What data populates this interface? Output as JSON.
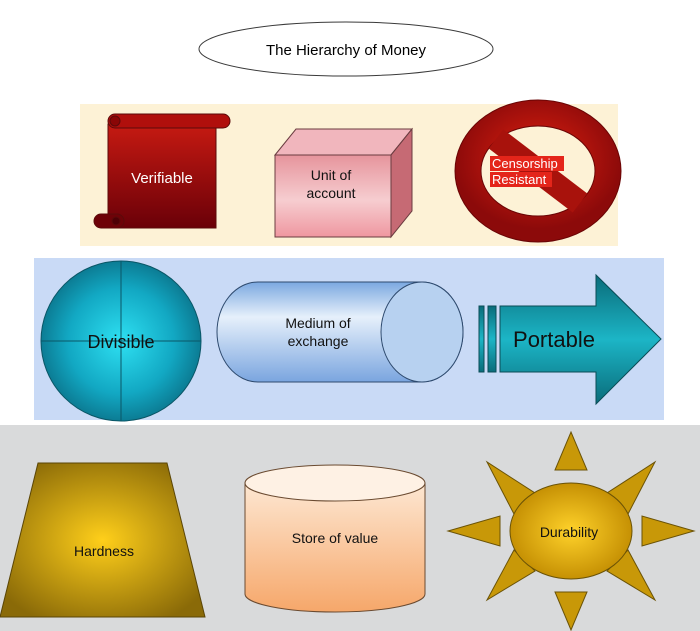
{
  "title": "The Hierarchy of Money",
  "tiers": [
    {
      "name": "top",
      "background": "#fdf2d6",
      "items": [
        {
          "label": "Verifiable",
          "shape": "scroll",
          "color": "#a00000"
        },
        {
          "label": "Unit of account",
          "lines": [
            "Unit of",
            "account"
          ],
          "shape": "cube",
          "color": "#e7a0a6"
        },
        {
          "label": "Censorship Resistant",
          "lines": [
            "Censorship",
            "Resistant"
          ],
          "shape": "no-symbol",
          "color": "#b01a10"
        }
      ]
    },
    {
      "name": "middle",
      "background": "#c9daf6",
      "items": [
        {
          "label": "Divisible",
          "shape": "circle-quartered",
          "color": "#14a7c2"
        },
        {
          "label": "Medium of exchange",
          "lines": [
            "Medium of",
            "exchange"
          ],
          "shape": "horizontal-cylinder",
          "color": "#a7c6ee"
        },
        {
          "label": "Portable",
          "shape": "striped-arrow",
          "color": "#1592a4"
        }
      ]
    },
    {
      "name": "bottom",
      "background": "#d9dadb",
      "items": [
        {
          "label": "Hardness",
          "shape": "trapezoid",
          "color": "#d0a000"
        },
        {
          "label": "Store of value",
          "shape": "vertical-cylinder",
          "color": "#f8c59c"
        },
        {
          "label": "Durability",
          "shape": "sun",
          "color": "#d8a600"
        }
      ]
    }
  ]
}
